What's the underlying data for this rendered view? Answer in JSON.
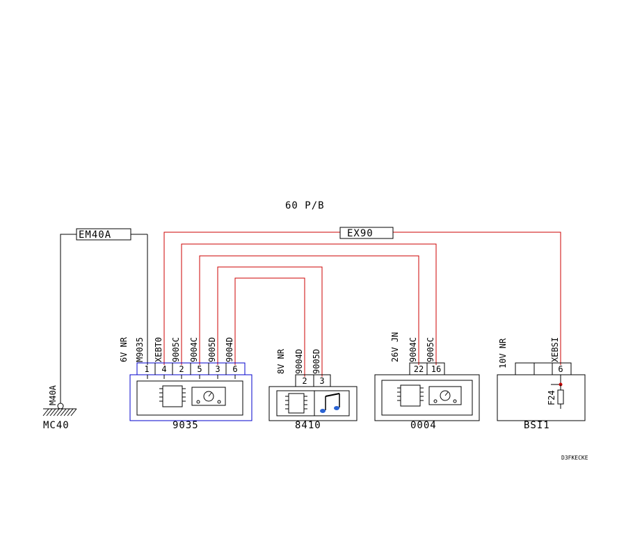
{
  "diagram": {
    "title": "60 P/B",
    "reference": "D3FKECKE",
    "connectors": {
      "em40a": "EM40A",
      "ex90": "EX90"
    },
    "ground": {
      "wire": "M40A",
      "name": "MC40"
    },
    "components": [
      {
        "name": "9035",
        "connector": "6V NR",
        "wires": [
          "M9035",
          "XEBT0",
          "9005C",
          "9004C",
          "9005D",
          "9004D"
        ],
        "pins": [
          "1",
          "4",
          "2",
          "5",
          "3",
          "6"
        ]
      },
      {
        "name": "8410",
        "connector": "8V NR",
        "wires": [
          "9004D",
          "9005D"
        ],
        "pins": [
          "2",
          "3"
        ]
      },
      {
        "name": "0004",
        "connector": "26V JN",
        "wires": [
          "9004C",
          "9005C"
        ],
        "pins": [
          "22",
          "16"
        ]
      },
      {
        "name": "BSI1",
        "connector": "10V NR",
        "wires": [
          "XEBSI"
        ],
        "pins": [
          "6"
        ],
        "fuse": "F24"
      }
    ]
  }
}
